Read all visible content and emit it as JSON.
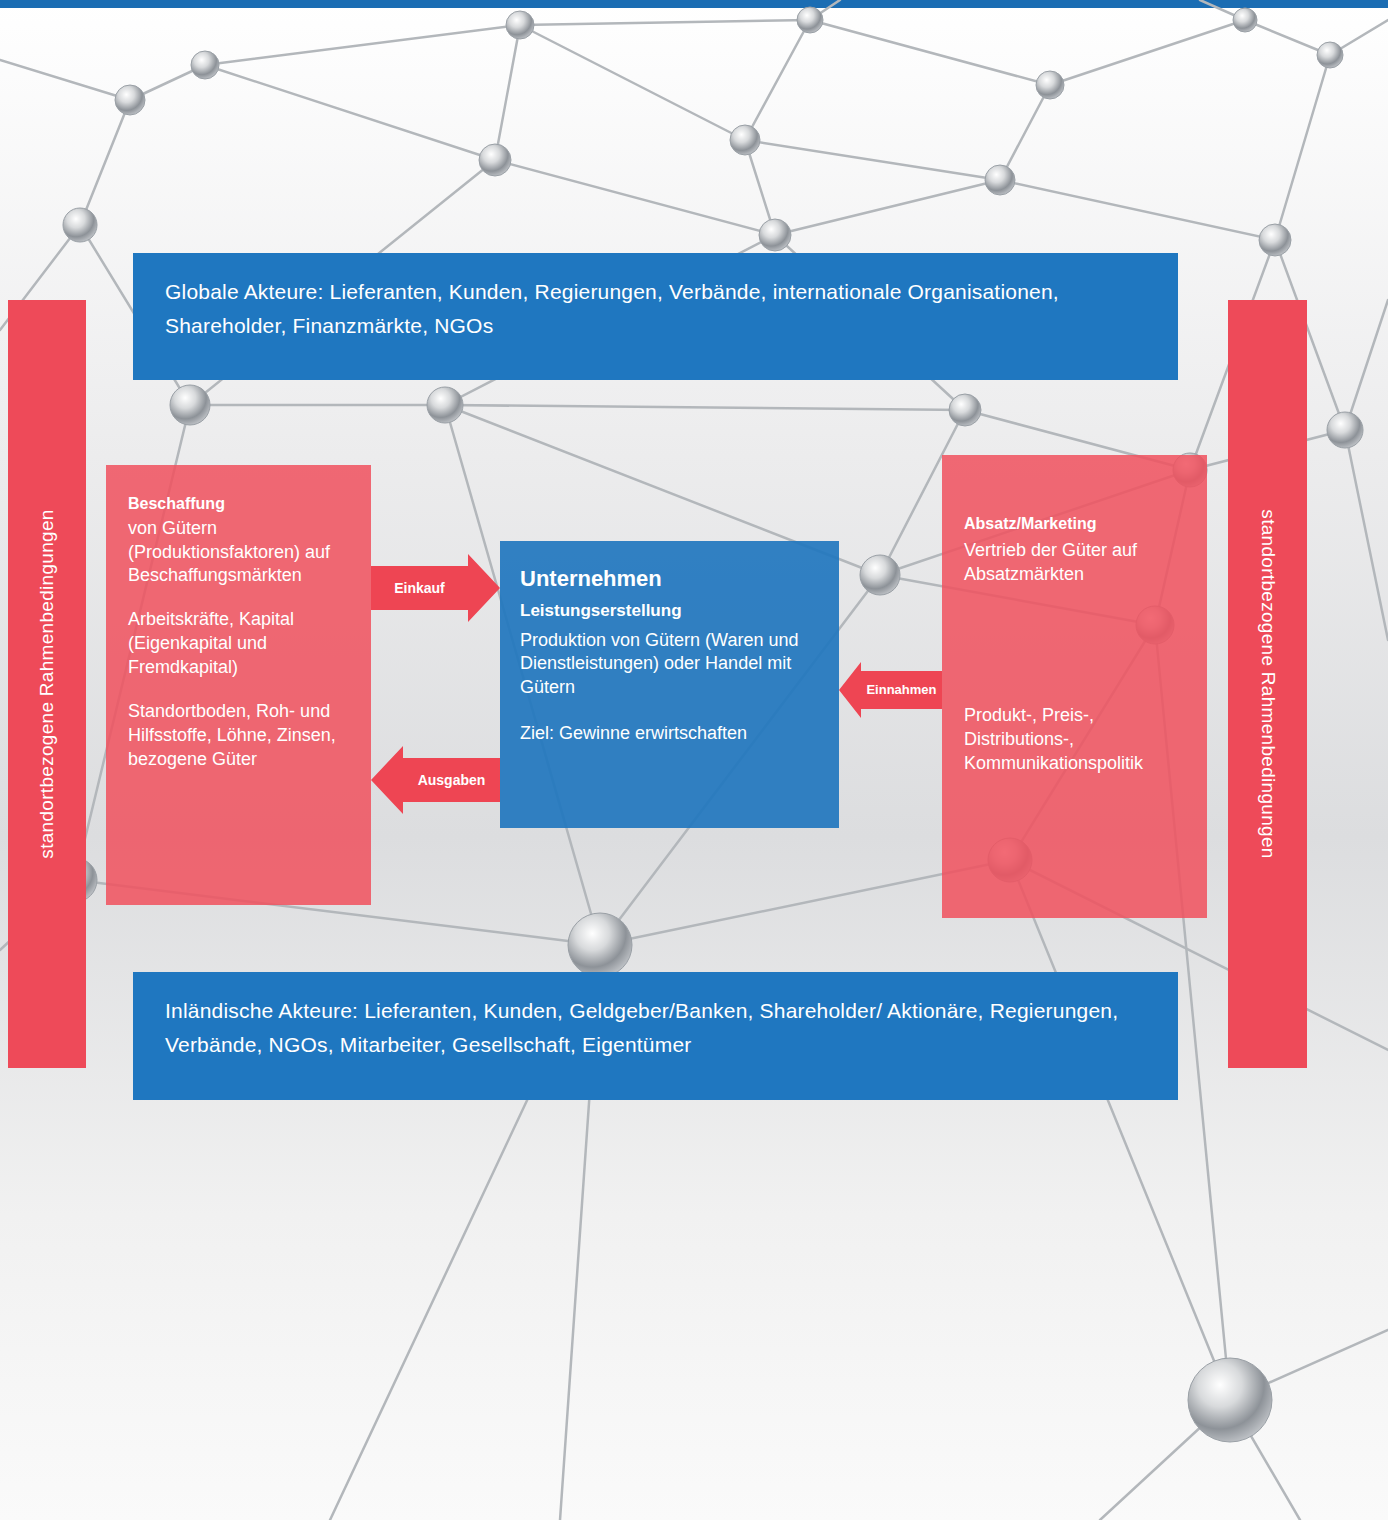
{
  "diagram": {
    "nodes": [
      {
        "text": [
          "standortbezogene Rahmenbedingungen"
        ]
      },
      {
        "text": [
          "Globale Akteure: Lieferanten, Kunden, Regierungen, Verbände, internationale Organisationen, Shareholder, Finanzmärkte, NGOs"
        ]
      },
      {
        "text": [
          "Beschaffung",
          "von Gütern (Produktionsfaktoren) auf Beschaffungsmärkten",
          "Arbeitskräfte, Kapital (Eigenkapital und Fremdkapital)",
          "Standortboden, Roh- und Hilfsstoffe, Löhne, Zinsen, bezogene Güter"
        ]
      },
      {
        "text": [
          "Unternehmen",
          "Leistungserstellung",
          "Produktion von Gütern (Waren und Dienstleistungen) oder Handel mit Gütern",
          "Ziel: Gewinne erwirtschaften"
        ]
      },
      {
        "text": [
          "Absatz/Marketing",
          "Vertrieb der Güter auf Absatzmärkten",
          "Produkt-, Preis-, Distributions-, Kommunikationspolitik"
        ]
      },
      {
        "text": [
          "standortbezogene Rahmenbedingungen"
        ]
      },
      {
        "text": [
          "Inländische Akteure: Lieferanten, Kunden, Geldgeber/Banken, Shareholder/ Aktionäre, Regierungen, Verbände, NGOs, Mitarbeiter, Gesellschaft, Eigentümer"
        ]
      }
    ],
    "edges": [
      {
        "from": 2,
        "to": 3,
        "label": "Einkauf",
        "arrow": "to"
      },
      {
        "from": 3,
        "to": 2,
        "label": "Ausgaben",
        "arrow": "to"
      },
      {
        "from": 4,
        "to": 3,
        "label": "Einnahmen",
        "arrow": "to"
      }
    ]
  }
}
